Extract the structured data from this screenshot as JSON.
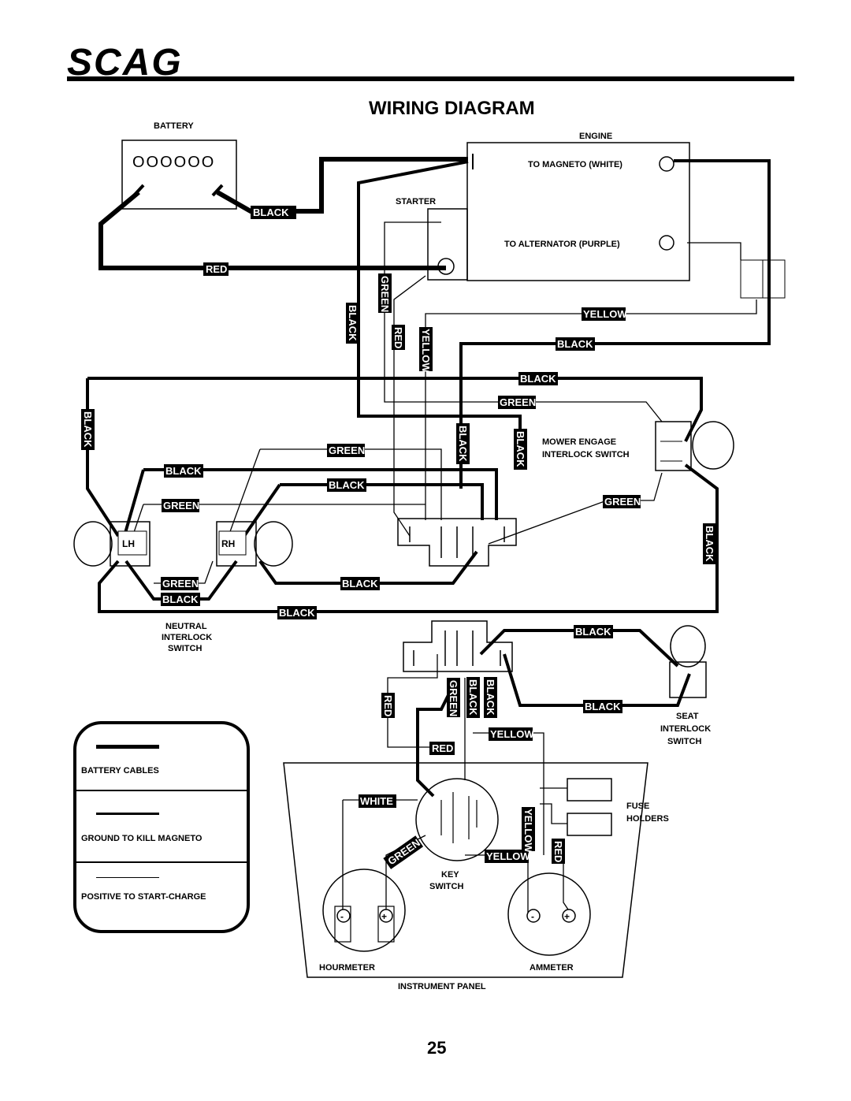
{
  "brand": "SCAG",
  "title": "WIRING DIAGRAM",
  "page_number": "25",
  "components": {
    "battery": "BATTERY",
    "battery_cells": "OOOOOO",
    "engine": "ENGINE",
    "starter": "STARTER",
    "to_magneto": "TO MAGNETO (WHITE)",
    "to_alternator": "TO ALTERNATOR (PURPLE)",
    "mower_engage_line1": "MOWER ENGAGE",
    "mower_engage_line2": "INTERLOCK SWITCH",
    "lh": "LH",
    "rh": "RH",
    "neutral_line1": "NEUTRAL",
    "neutral_line2": "INTERLOCK",
    "neutral_line3": "SWITCH",
    "seat_line1": "SEAT",
    "seat_line2": "INTERLOCK",
    "seat_line3": "SWITCH",
    "fuse_line1": "FUSE",
    "fuse_line2": "HOLDERS",
    "key_line1": "KEY",
    "key_line2": "SWITCH",
    "hourmeter": "HOURMETER",
    "ammeter": "AMMETER",
    "instrument_panel": "INSTRUMENT PANEL"
  },
  "legend": {
    "battery_cables": "BATTERY CABLES",
    "ground": "GROUND TO KILL MAGNETO",
    "positive": "POSITIVE TO START-CHARGE"
  },
  "wire_labels": {
    "black": "BLACK",
    "red": "RED",
    "green": "GREEN",
    "yellow": "YELLOW",
    "white": "WHITE"
  },
  "colors": {
    "ink": "#000000",
    "paper": "#ffffff"
  }
}
